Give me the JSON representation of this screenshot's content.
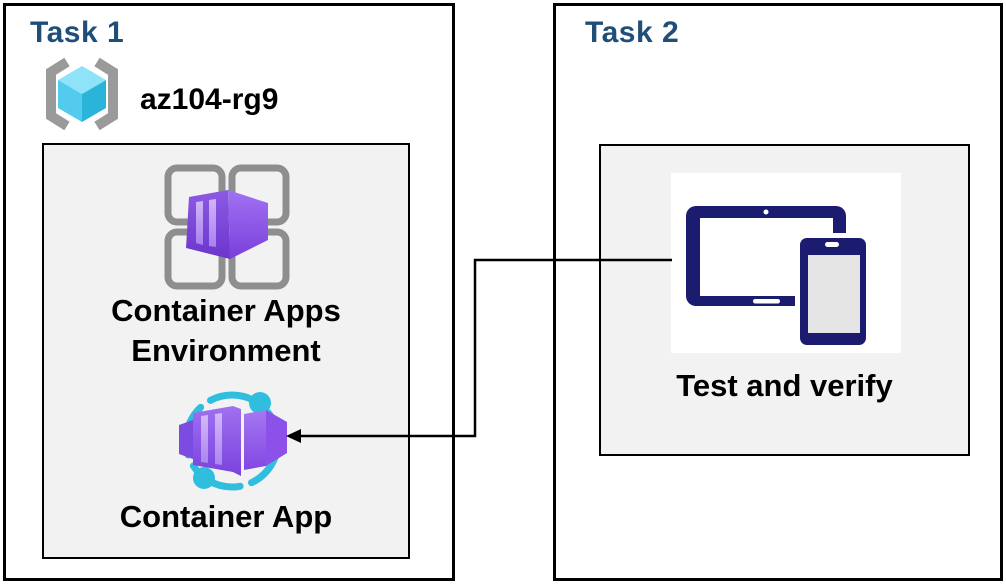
{
  "diagram": {
    "background": "#ffffff",
    "colors": {
      "task_title": "#1F4E79",
      "box_border": "#000000",
      "panel_fill": "#F2F2F2",
      "device_navy": "#1B1B6F",
      "container_purple_dark": "#6C35CC",
      "container_purple_light": "#A478F2",
      "container_stripe": "#C0A0F6",
      "ring_cyan": "#2FBEDE",
      "cube_top": "#8FE3F8",
      "cube_left": "#52CBEC",
      "cube_right": "#2AB4DA",
      "bracket_gray": "#9A9A9A",
      "grid_gray": "#8E8E8E",
      "arrow": "#000000"
    },
    "task1": {
      "title": "Task 1",
      "resource_group": {
        "icon": "resource-group-icon",
        "name": "az104-rg9"
      },
      "environment": {
        "icon": "container-apps-environment-icon",
        "label": "Container Apps Environment"
      },
      "app": {
        "icon": "container-app-icon",
        "label": "Container App"
      }
    },
    "task2": {
      "title": "Task 2",
      "test": {
        "icon": "devices-icon",
        "label": "Test and verify"
      }
    },
    "connector": {
      "from": "devices-icon",
      "to": "container-app-icon",
      "style": "elbow-arrow-left"
    }
  }
}
